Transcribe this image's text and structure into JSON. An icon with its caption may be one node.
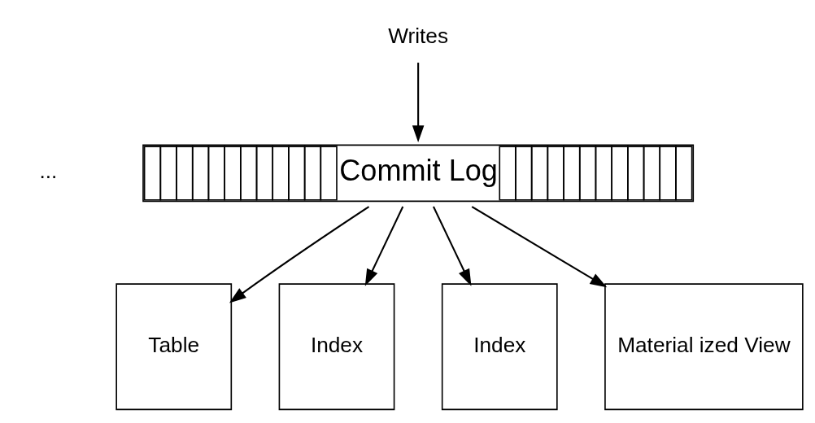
{
  "diagram": {
    "nodes": [
      {
        "text": [
          "Commit Log"
        ]
      },
      {
        "text": [
          "Writes"
        ]
      },
      {
        "text": [
          "Table"
        ]
      },
      {
        "text": [
          "Index"
        ]
      },
      {
        "text": [
          "Index"
        ]
      },
      {
        "text": [
          "Material ized View"
        ]
      }
    ],
    "edges": [
      {
        "from": 1,
        "to": 0,
        "arrow": "to"
      },
      {
        "from": 0,
        "to": 2,
        "arrow": "to"
      },
      {
        "from": 0,
        "to": 3,
        "arrow": "to"
      },
      {
        "from": 0,
        "to": 4,
        "arrow": "to"
      },
      {
        "from": 0,
        "to": 5,
        "arrow": "to"
      }
    ],
    "labels": [
      "..."
    ]
  }
}
